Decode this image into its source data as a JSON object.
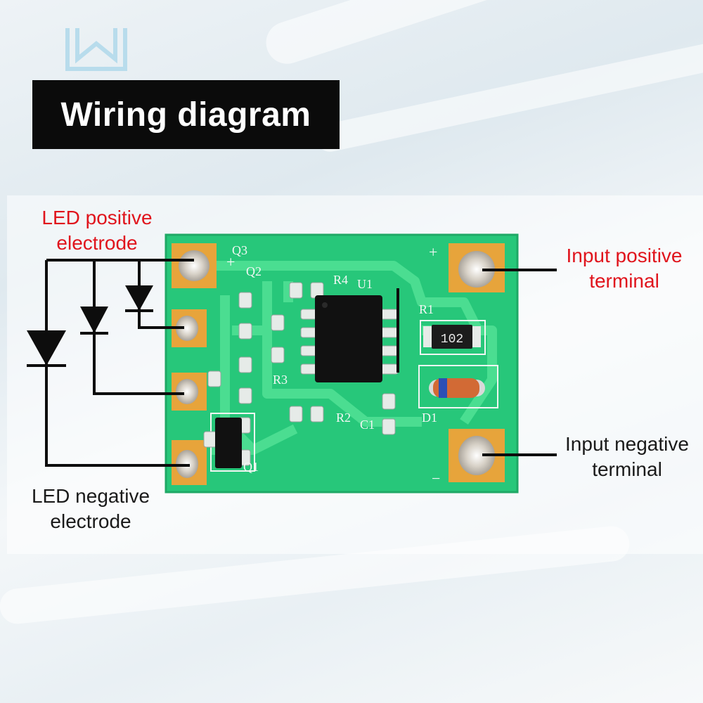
{
  "title": "Wiring diagram",
  "logo_icon": "wh-brand-logo-icon",
  "labels": {
    "led_positive": [
      "LED positive",
      "electrode"
    ],
    "led_negative": [
      "LED negative",
      "electrode"
    ],
    "input_positive": [
      "Input positive",
      "terminal"
    ],
    "input_negative": [
      "Input negative",
      "terminal"
    ]
  },
  "board": {
    "resistor_code": "102",
    "silkscreen": {
      "q3": "Q3",
      "q2": "Q2",
      "q1": "Q1",
      "u1": "U1",
      "r1": "R1",
      "r2": "R2",
      "r3": "R3",
      "r4": "R4",
      "c1": "C1",
      "d1": "D1",
      "plus": "+",
      "minus": "−"
    }
  },
  "colors": {
    "pcb": "#27c77a",
    "pad": "#e7a43b",
    "label_red": "#e0141c",
    "title_bg": "#0b0b0b"
  }
}
